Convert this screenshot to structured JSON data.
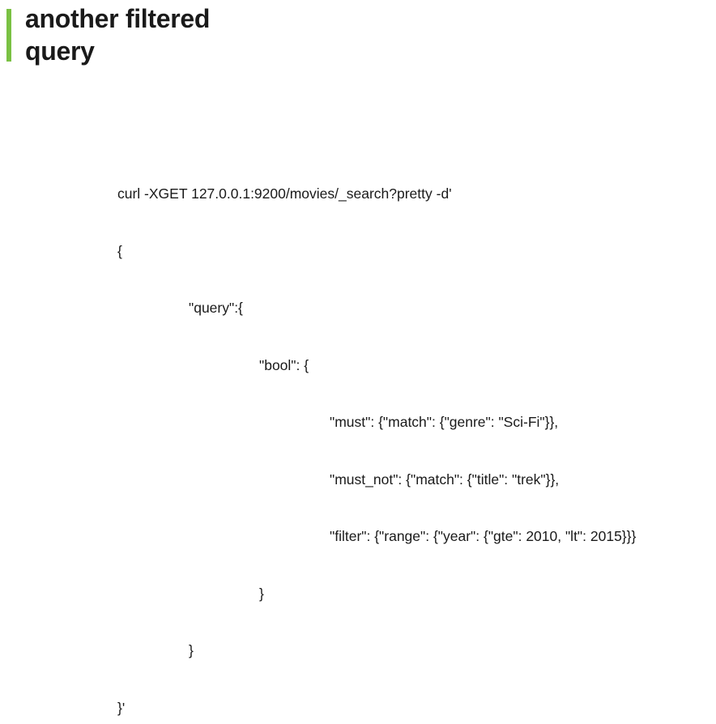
{
  "slide": {
    "title_line1": "another filtered",
    "title_line2": "query",
    "accent_color": "#7ac143"
  },
  "code": {
    "lines": [
      "curl -XGET 127.0.0.1:9200/movies/_search?pretty -d'",
      "{",
      "\"query\":{",
      "\"bool\": {",
      "\"must\": {\"match\": {\"genre\": \"Sci-Fi\"}},",
      "\"must_not\": {\"match\": {\"title\": \"trek\"}},",
      "\"filter\": {\"range\": {\"year\": {\"gte\": 2010, \"lt\": 2015}}}",
      "}",
      "}",
      "}'"
    ]
  }
}
